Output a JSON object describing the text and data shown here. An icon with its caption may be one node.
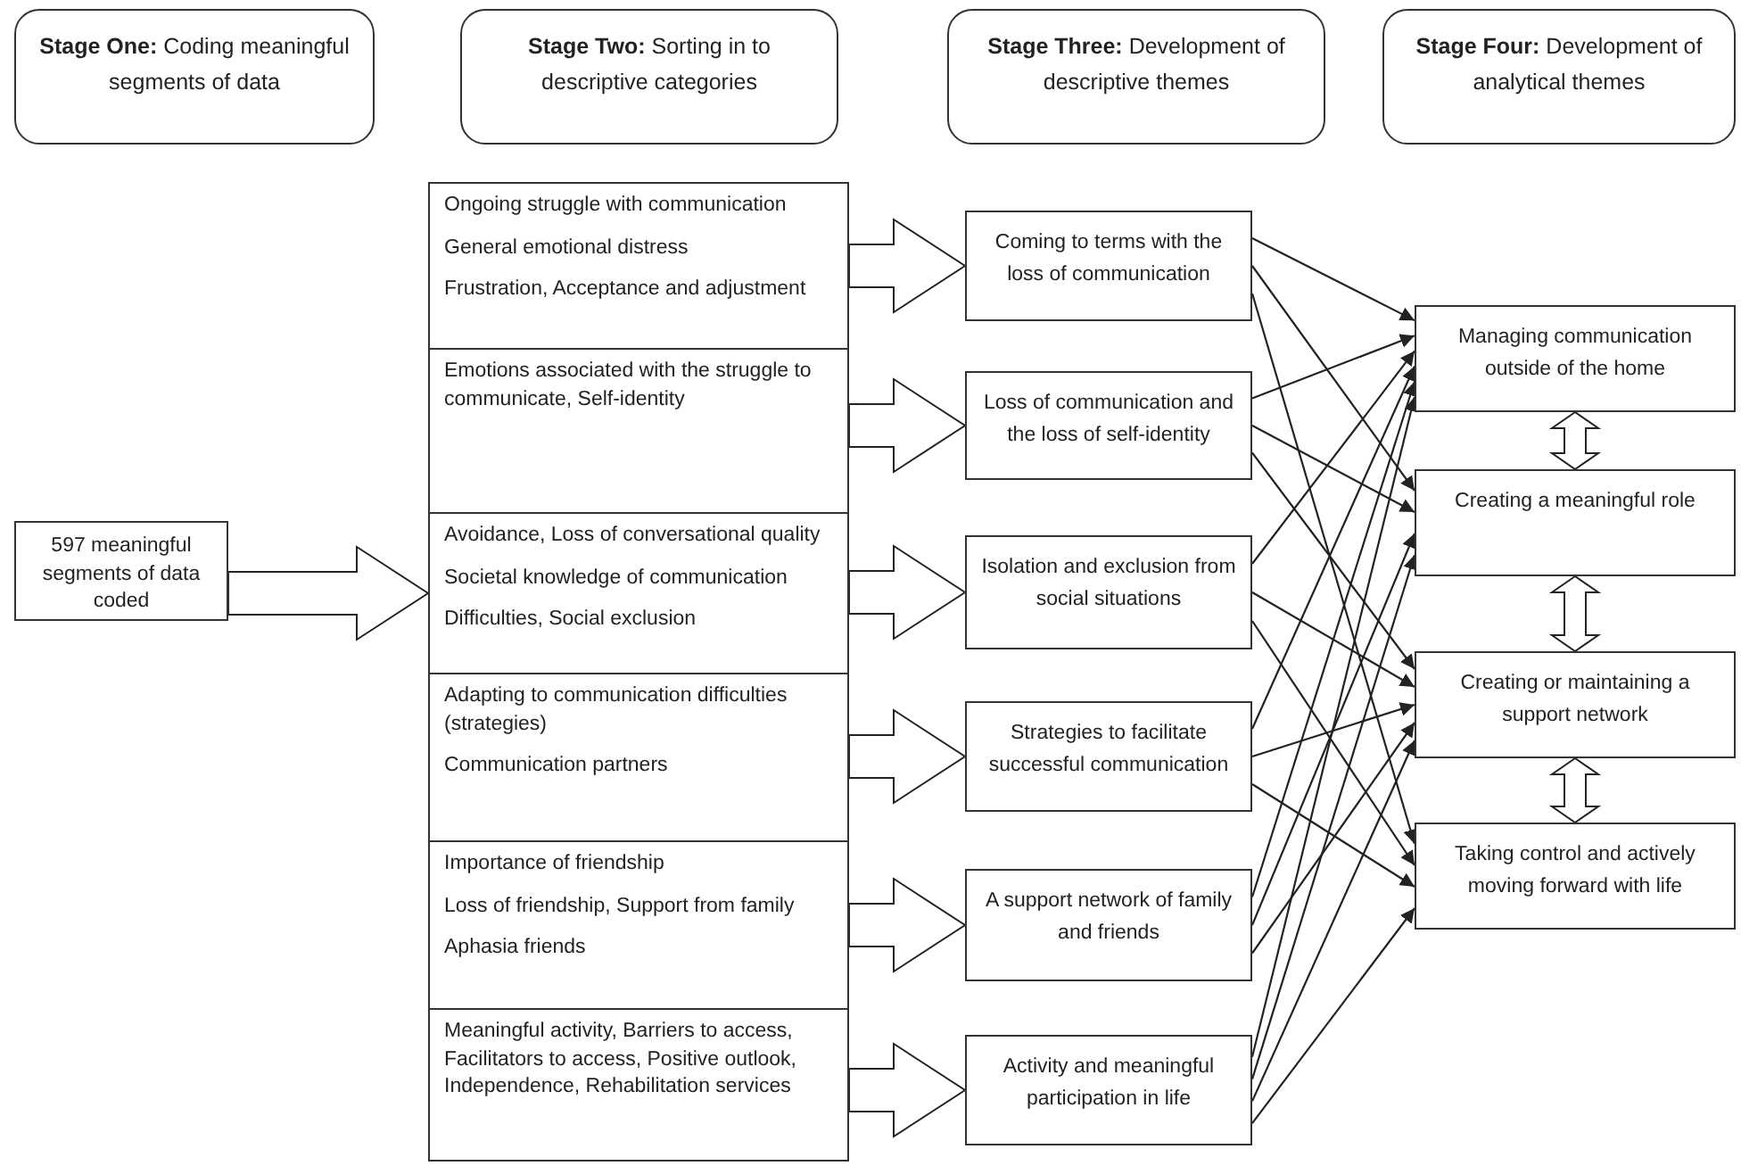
{
  "diagram": {
    "nodes": [
      {
        "text": [
          "**Stage One:** Coding meaningful segments of data"
        ]
      },
      {
        "text": [
          "**Stage Two:** Sorting in to descriptive categories"
        ]
      },
      {
        "text": [
          "**Stage Three:** Development of descriptive themes"
        ]
      },
      {
        "text": [
          "**Stage Four:** Development of analytical themes"
        ]
      },
      {
        "text": [
          "597 meaningful segments of data coded"
        ]
      },
      {
        "text": [
          "Ongoing struggle with communication",
          "General  emotional distress",
          "Frustration, Acceptance and adjustment"
        ]
      },
      {
        "text": [
          "Emotions associated with the struggle to communicate, Self-identity"
        ]
      },
      {
        "text": [
          "Avoidance, Loss of conversational quality",
          "Societal knowledge of communication",
          "Difficulties, Social exclusion"
        ]
      },
      {
        "text": [
          "Adapting to communication difficulties (strategies)",
          "Communication partners"
        ]
      },
      {
        "text": [
          "Importance of friendship",
          "Loss of friendship, Support from family",
          "Aphasia friends"
        ]
      },
      {
        "text": [
          "Meaningful activity, Barriers to access, Facilitators to access, Positive outlook, Independence, Rehabilitation services"
        ]
      },
      {
        "text": [
          "Coming to terms with the loss of communication"
        ]
      },
      {
        "text": [
          "Loss of communication and the loss of self-identity"
        ]
      },
      {
        "text": [
          "Isolation and exclusion from social situations"
        ]
      },
      {
        "text": [
          "Strategies to facilitate successful communication"
        ]
      },
      {
        "text": [
          "A support network of family and friends"
        ]
      },
      {
        "text": [
          "Activity and meaningful participation in life"
        ]
      },
      {
        "text": [
          "Managing communication outside of the home"
        ]
      },
      {
        "text": [
          "Creating a meaningful role"
        ]
      },
      {
        "text": [
          "Creating or maintaining a support network"
        ]
      },
      {
        "text": [
          "Taking control and actively moving forward with life"
        ]
      }
    ],
    "edges": [
      {
        "from": 4,
        "to": 7,
        "arrow": "to",
        "style": "thick"
      },
      {
        "from": 5,
        "to": 11,
        "arrow": "to",
        "style": "thick"
      },
      {
        "from": 6,
        "to": 12,
        "arrow": "to",
        "style": "thick"
      },
      {
        "from": 7,
        "to": 13,
        "arrow": "to",
        "style": "thick"
      },
      {
        "from": 8,
        "to": 14,
        "arrow": "to",
        "style": "thick"
      },
      {
        "from": 9,
        "to": 15,
        "arrow": "to",
        "style": "thick"
      },
      {
        "from": 10,
        "to": 16,
        "arrow": "to",
        "style": "thick"
      },
      {
        "from": 17,
        "to": 18,
        "arrow": "both",
        "style": "thick"
      },
      {
        "from": 18,
        "to": 19,
        "arrow": "both",
        "style": "thick"
      },
      {
        "from": 19,
        "to": 20,
        "arrow": "both",
        "style": "thick"
      },
      {
        "from": 11,
        "to": 17,
        "arrow": "to"
      },
      {
        "from": 11,
        "to": 18,
        "arrow": "to"
      },
      {
        "from": 11,
        "to": 20,
        "arrow": "to"
      },
      {
        "from": 12,
        "to": 17,
        "arrow": "to"
      },
      {
        "from": 12,
        "to": 18,
        "arrow": "to"
      },
      {
        "from": 12,
        "to": 19,
        "arrow": "to"
      },
      {
        "from": 13,
        "to": 17,
        "arrow": "to"
      },
      {
        "from": 13,
        "to": 19,
        "arrow": "to"
      },
      {
        "from": 13,
        "to": 20,
        "arrow": "to"
      },
      {
        "from": 14,
        "to": 17,
        "arrow": "to"
      },
      {
        "from": 14,
        "to": 19,
        "arrow": "to"
      },
      {
        "from": 14,
        "to": 20,
        "arrow": "to"
      },
      {
        "from": 15,
        "to": 17,
        "arrow": "to"
      },
      {
        "from": 15,
        "to": 18,
        "arrow": "to"
      },
      {
        "from": 15,
        "to": 19,
        "arrow": "to"
      },
      {
        "from": 16,
        "to": 17,
        "arrow": "to"
      },
      {
        "from": 16,
        "to": 18,
        "arrow": "to"
      },
      {
        "from": 16,
        "to": 19,
        "arrow": "to"
      },
      {
        "from": 16,
        "to": 20,
        "arrow": "to"
      }
    ]
  }
}
